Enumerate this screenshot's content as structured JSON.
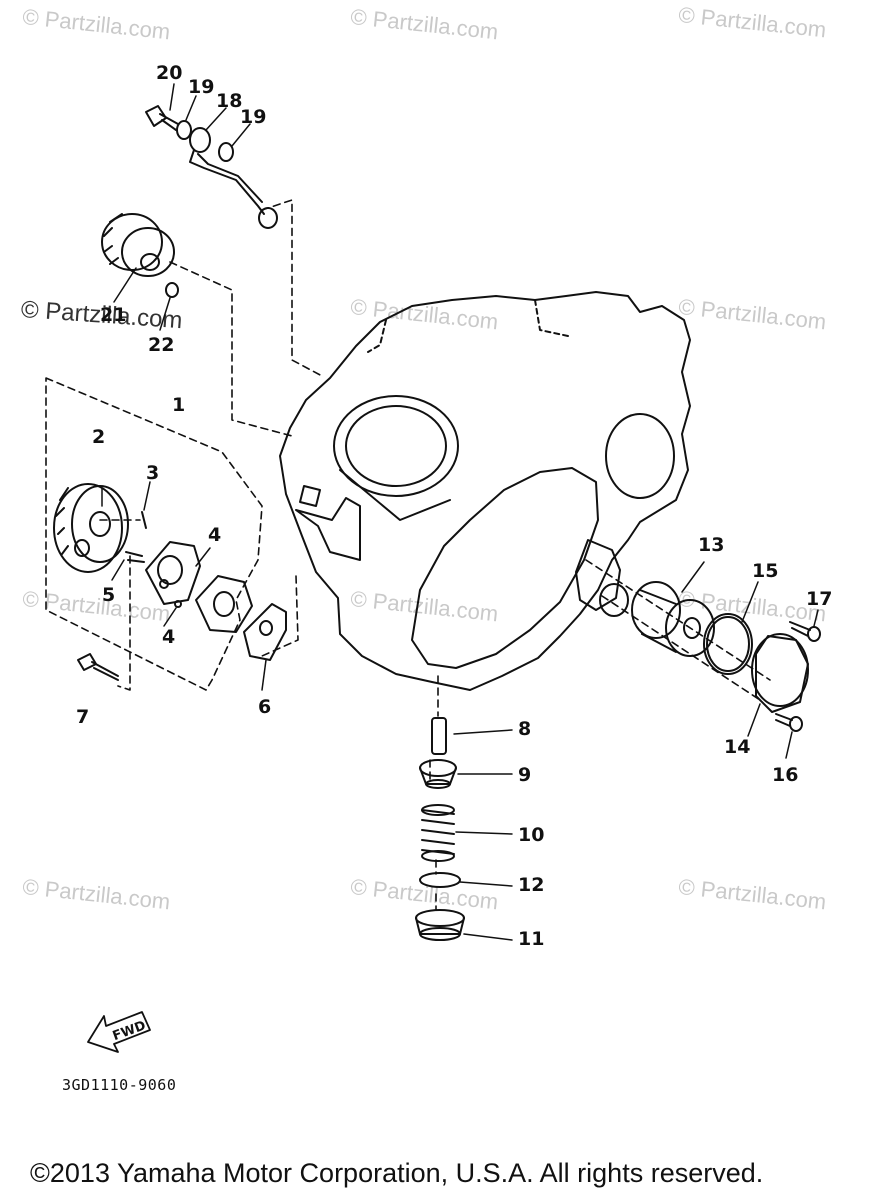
{
  "watermark": "© Partzilla.com",
  "callouts": {
    "c1": "1",
    "c2": "2",
    "c3": "3",
    "c4a": "4",
    "c4b": "4",
    "c5": "5",
    "c6": "6",
    "c7": "7",
    "c8": "8",
    "c9": "9",
    "c10": "10",
    "c11": "11",
    "c12": "12",
    "c13": "13",
    "c14": "14",
    "c15": "15",
    "c16": "16",
    "c17": "17",
    "c18": "18",
    "c19a": "19",
    "c19b": "19",
    "c20": "20",
    "c21": "21",
    "c22": "22"
  },
  "fwd_label": "FWD",
  "diagram_code": "3GD1110-9060",
  "copyright": "©2013  Yamaha Motor Corporation, U.S.A. All rights reserved."
}
